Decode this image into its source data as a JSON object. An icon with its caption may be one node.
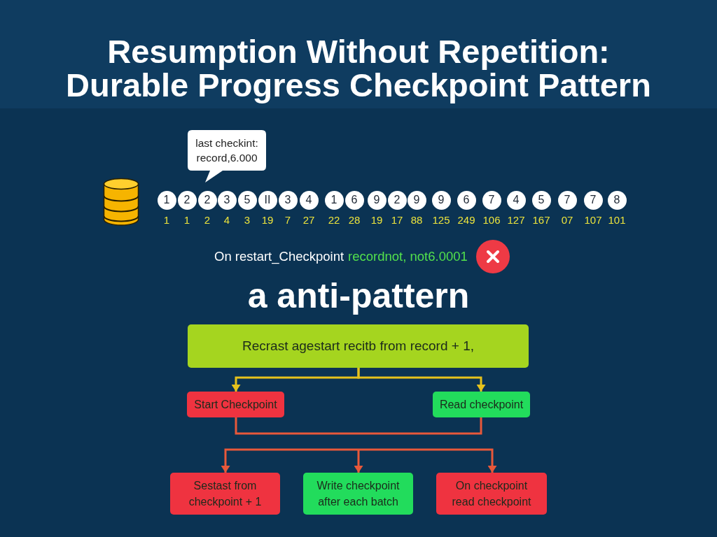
{
  "diagram": {
    "title": "Resumption Without Repetition: Durable Progress Checkpoint Pattern",
    "nodes": [
      {
        "text": [
          "last checkint: record,6.000"
        ]
      },
      {
        "text": [
          "1"
        ],
        "beside": [
          "1"
        ]
      },
      {
        "text": [
          "2"
        ],
        "beside": [
          "1"
        ]
      },
      {
        "text": [
          "2"
        ],
        "beside": [
          "2"
        ]
      },
      {
        "text": [
          "3"
        ],
        "beside": [
          "4"
        ]
      },
      {
        "text": [
          "5"
        ],
        "beside": [
          "3"
        ]
      },
      {
        "text": [
          "II"
        ],
        "beside": [
          "19"
        ]
      },
      {
        "text": [
          "3"
        ],
        "beside": [
          "7"
        ]
      },
      {
        "text": [
          "4"
        ],
        "beside": [
          "27"
        ]
      },
      {
        "text": [
          "1"
        ],
        "beside": [
          "22"
        ]
      },
      {
        "text": [
          "6"
        ],
        "beside": [
          "28"
        ]
      },
      {
        "text": [
          "9"
        ],
        "beside": [
          "19"
        ]
      },
      {
        "text": [
          "2"
        ],
        "beside": [
          "17"
        ]
      },
      {
        "text": [
          "9"
        ],
        "beside": [
          "88"
        ]
      },
      {
        "text": [
          "9"
        ],
        "beside": [
          "125"
        ]
      },
      {
        "text": [
          "6"
        ],
        "beside": [
          "249"
        ]
      },
      {
        "text": [
          "7"
        ],
        "beside": [
          "106"
        ]
      },
      {
        "text": [
          "4"
        ],
        "beside": [
          "127"
        ]
      },
      {
        "text": [
          "5"
        ],
        "beside": [
          "167"
        ]
      },
      {
        "text": [
          "7"
        ],
        "beside": [
          "07"
        ]
      },
      {
        "text": [
          "7"
        ],
        "beside": [
          "107"
        ]
      },
      {
        "text": [
          "8"
        ],
        "beside": [
          "101"
        ]
      },
      {
        "text": [
          "Recrast agestart recitb from record + 1,"
        ]
      },
      {
        "text": [
          "Start Checkpoint"
        ]
      },
      {
        "text": [
          "Read checkpoint"
        ]
      },
      {
        "text": [
          "Sestast from checkpoint + 1"
        ]
      },
      {
        "text": [
          "Write checkpoint after each batch"
        ]
      },
      {
        "text": [
          "On checkpoint read checkpoint"
        ]
      }
    ],
    "edges": [
      {
        "from": 22,
        "to": 23,
        "arrow": "to",
        "color": "#e6c21c"
      },
      {
        "from": 22,
        "to": 24,
        "arrow": "to",
        "color": "#e6c21c"
      },
      {
        "from": 23,
        "to": 24,
        "arrow": "none"
      },
      {
        "from": null,
        "to": 25,
        "arrow": "to"
      },
      {
        "from": null,
        "to": 26,
        "arrow": "to"
      },
      {
        "from": null,
        "to": 27,
        "arrow": "to"
      }
    ],
    "labels": [
      "On restart_Checkpoint",
      "recordnot, not6.0001",
      "a anti-pattern"
    ]
  }
}
